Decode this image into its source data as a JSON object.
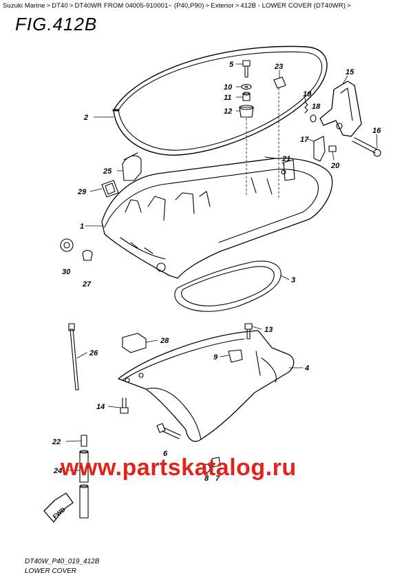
{
  "breadcrumb": [
    "Suzuki Marine",
    "DT40",
    "DT40WR FROM 04005-910001~ (P40,P90)",
    "Exterior",
    "412B - LOWER COVER (DT40WR)"
  ],
  "figure_title": "FIG.412B",
  "callouts": [
    "1",
    "2",
    "3",
    "4",
    "5",
    "6",
    "7",
    "8",
    "9",
    "10",
    "11",
    "12",
    "13",
    "14",
    "15",
    "16",
    "17",
    "18",
    "19",
    "20",
    "21",
    "22",
    "23",
    "24",
    "25",
    "26",
    "27",
    "28",
    "29",
    "30"
  ],
  "fwd_label": "FWD",
  "watermark": "www.partskatalog.ru",
  "footer": {
    "code": "DT40W_P40_019_412B",
    "name": "LOWER COVER"
  },
  "colors": {
    "watermark": "#e2231a",
    "line": "#000000"
  }
}
